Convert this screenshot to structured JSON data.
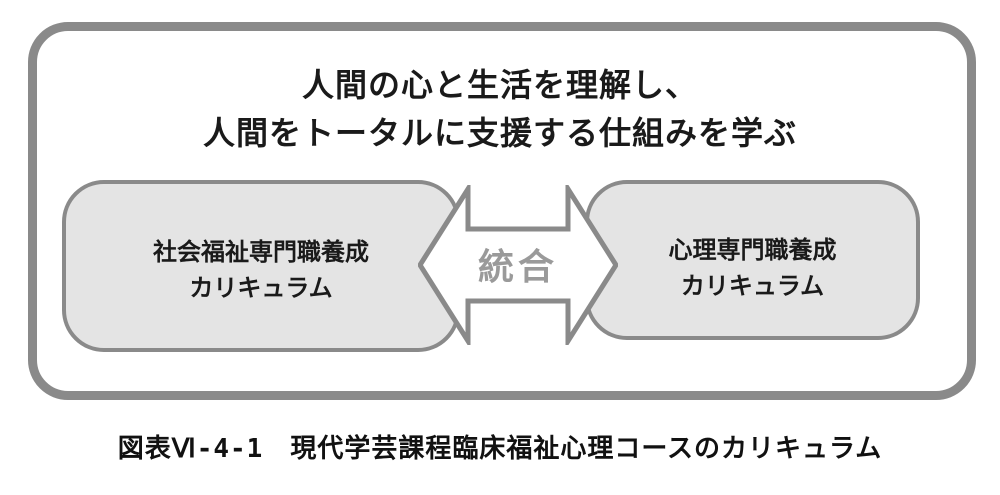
{
  "diagram": {
    "headline_line1": "人間の心と生活を理解し、",
    "headline_line2": "人間をトータルに支援する仕組みを学ぶ",
    "left_box": {
      "line1": "社会福祉専門職養成",
      "line2": "カリキュラム"
    },
    "right_box": {
      "line1": "心理専門職養成",
      "line2": "カリキュラム"
    },
    "arrow_label": "統合",
    "colors": {
      "frame": "#8a8a8a",
      "box_fill": "#e4e4e4",
      "arrow_label": "#9a9a9a"
    }
  },
  "caption": "図表Ⅵ-4-1　現代学芸課程臨床福祉心理コースのカリキュラム"
}
